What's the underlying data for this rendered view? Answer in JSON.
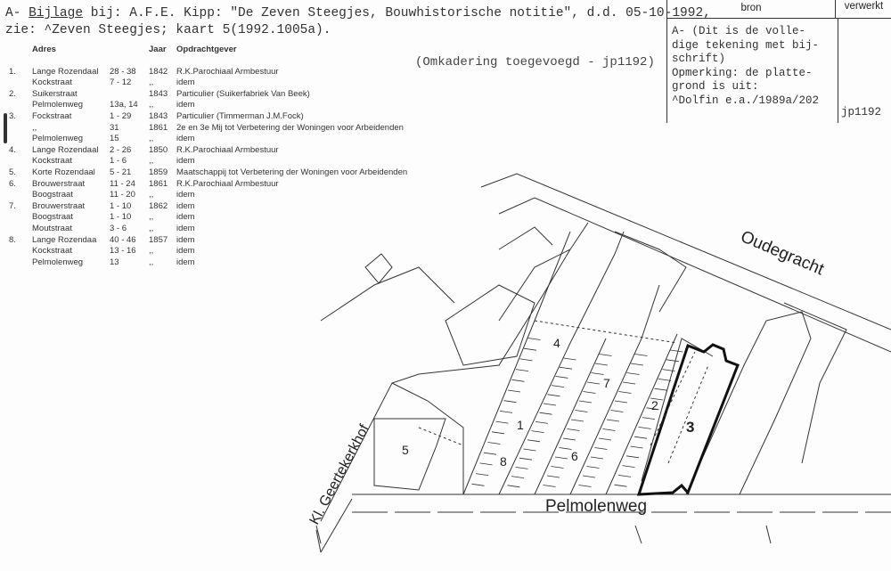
{
  "header": {
    "prefix": "A- ",
    "bijlage": "Bijlage",
    "line1_rest": " bij: A.F.E. Kipp: \"De Zeven Steegjes, Bouwhistorische notitie\", d.d. 05-10-1992,",
    "line2": "zie: ^Zeven Steegjes; kaart 5(1992.1005a)."
  },
  "note": "(Omkadering toegevoegd - jp1192)",
  "table": {
    "headers": {
      "adres": "Adres",
      "jaar": "Jaar",
      "opdrachtgever": "Opdrachtgever"
    },
    "rows": [
      {
        "n": "1.",
        "adres": "Lange Rozendaal",
        "huis": "28 - 38",
        "jaar": "1842",
        "opdrachtgever": "R.K.Parochiaal Armbestuur"
      },
      {
        "n": "",
        "adres": "Kockstraat",
        "huis": "7 - 12",
        "jaar": ",,",
        "opdrachtgever": "idem"
      },
      {
        "n": "2.",
        "adres": "Suikerstraat",
        "huis": "",
        "jaar": "1843",
        "opdrachtgever": "Particulier (Suikerfabriek Van Beek)"
      },
      {
        "n": "",
        "adres": "Pelmolenweg",
        "huis": "13a, 14",
        "jaar": ",,",
        "opdrachtgever": "idem"
      },
      {
        "n": "3.",
        "adres": "Fockstraat",
        "huis": "1 - 29",
        "jaar": "1843",
        "opdrachtgever": "Particulier (Timmerman J.M.Fock)"
      },
      {
        "n": "",
        "adres": ",,",
        "huis": "31",
        "jaar": "1861",
        "opdrachtgever": "2e en 3e Mij tot Verbetering der Woningen voor Arbeidenden"
      },
      {
        "n": "",
        "adres": "Pelmolenweg",
        "huis": "15",
        "jaar": ",,",
        "opdrachtgever": "idem"
      },
      {
        "n": "4.",
        "adres": "Lange Rozendaal",
        "huis": "2 - 26",
        "jaar": "1850",
        "opdrachtgever": "R.K.Parochiaal Armbestuur"
      },
      {
        "n": "",
        "adres": "Kockstraat",
        "huis": "1 - 6",
        "jaar": ",,",
        "opdrachtgever": "idem"
      },
      {
        "n": "5.",
        "adres": "Korte Rozendaal",
        "huis": "5 - 21",
        "jaar": "1859",
        "opdrachtgever": "Maatschappij tot Verbetering der Woningen voor Arbeidenden"
      },
      {
        "n": "6.",
        "adres": "Brouwerstraat",
        "huis": "11 - 24",
        "jaar": "1861",
        "opdrachtgever": "R.K.Parochiaal Armbestuur"
      },
      {
        "n": "",
        "adres": "Boogstraat",
        "huis": "11 - 20",
        "jaar": ",,",
        "opdrachtgever": "idem"
      },
      {
        "n": "7.",
        "adres": "Brouwerstraat",
        "huis": "1 - 10",
        "jaar": "1862",
        "opdrachtgever": "idem"
      },
      {
        "n": "",
        "adres": "Boogstraat",
        "huis": "1 - 10",
        "jaar": ",,",
        "opdrachtgever": "idem"
      },
      {
        "n": "",
        "adres": "Moutstraat",
        "huis": "3 - 6",
        "jaar": ",,",
        "opdrachtgever": "idem"
      },
      {
        "n": "8.",
        "adres": "Lange Rozendaa",
        "huis": "40 - 46",
        "jaar": "1857",
        "opdrachtgever": "idem"
      },
      {
        "n": "",
        "adres": "Kockstraat",
        "huis": "13 - 16",
        "jaar": ",,",
        "opdrachtgever": "idem"
      },
      {
        "n": "",
        "adres": "Pelmolenweg",
        "huis": "13",
        "jaar": ",,",
        "opdrachtgever": "idem"
      }
    ]
  },
  "source_box": {
    "bron_header": "bron",
    "verwerkt_header": "verwerkt",
    "bron_text": "A- (Dit is de volle-\ndige tekening met bij-\nschrift)\nOpmerking: de platte-\ngrond is uit:\n^Dolfin e.a./1989a/202",
    "verwerkt_text": "jp1192"
  },
  "map": {
    "street_oudegracht": "Oudegracht",
    "street_pelmolenweg": "Pelmolenweg",
    "street_geertekerkhof": "Kl. Geertekerkhof",
    "block_labels": [
      "1",
      "2",
      "3",
      "4",
      "5",
      "6",
      "7",
      "8"
    ]
  }
}
